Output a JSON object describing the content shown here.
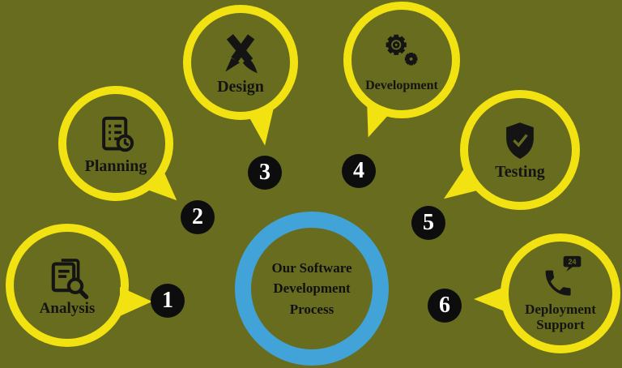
{
  "center": {
    "title": "Our Software Development Process",
    "ring_color": "#41a3d7"
  },
  "colors": {
    "bg": "#686c1e",
    "yellow": "#f3e211",
    "blue": "#41a3d7",
    "ink": "#141414",
    "white": "#ffffff"
  },
  "stages": [
    {
      "number": "1",
      "label": "Analysis",
      "icon": "document-search-icon"
    },
    {
      "number": "2",
      "label": "Planning",
      "icon": "checklist-clock-icon"
    },
    {
      "number": "3",
      "label": "Design",
      "icon": "pencil-brush-icon"
    },
    {
      "number": "4",
      "label": "Development",
      "icon": "gears-icon"
    },
    {
      "number": "5",
      "label": "Testing",
      "icon": "shield-check-icon"
    },
    {
      "number": "6",
      "label": "Deployment Support",
      "icon": "phone-24-support-icon",
      "badge": "24"
    }
  ]
}
